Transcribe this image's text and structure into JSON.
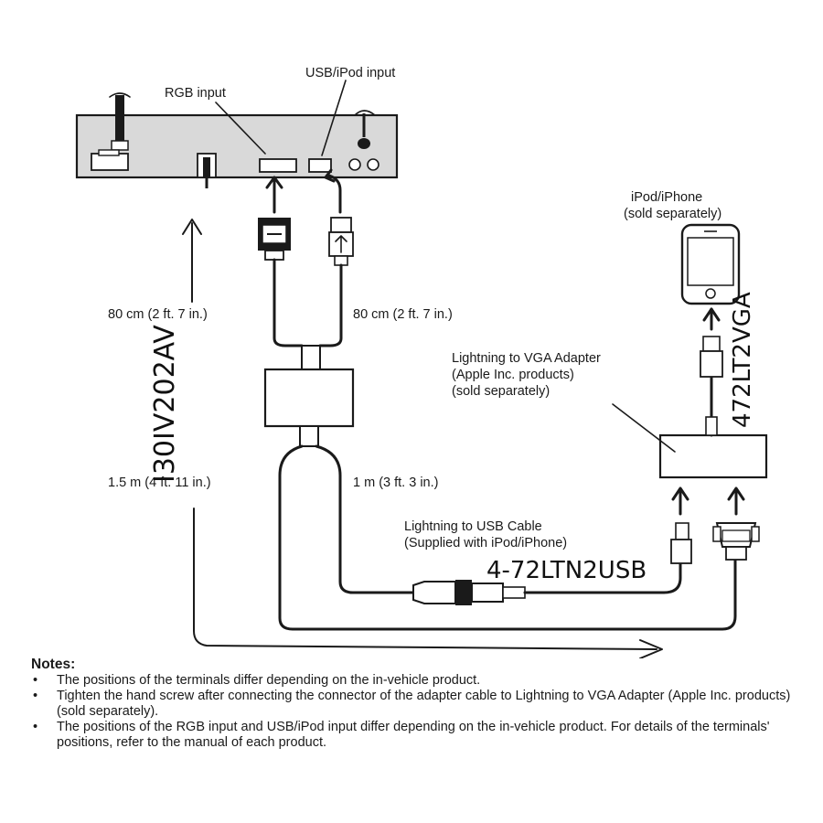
{
  "labels": {
    "usb_ipod_input": "USB/iPod input",
    "rgb_input": "RGB input",
    "ipod_iphone": "iPod/iPhone",
    "sold_separately": "(sold separately)",
    "vga_adapter_line1": "Lightning to VGA Adapter",
    "vga_adapter_line2": "(Apple Inc. products)",
    "vga_adapter_line3": "(sold separately)",
    "len_rgb_cable": "80 cm (2 ft. 7 in.)",
    "len_usb_cable": "80 cm (2 ft. 7 in.)",
    "len_av_cable": "1.5 m (4 ft. 11 in.)",
    "len_lightning_cable": "1 m (3 ft. 3 in.)",
    "lightning_usb_line1": "Lightning to USB Cable",
    "lightning_usb_line2": "(Supplied with iPod/iPhone)"
  },
  "handwritten": {
    "av_part": "I30IV202AV",
    "vga_part": "472LT2VGA",
    "usb_part": "4-72LTN2USB"
  },
  "notes": {
    "title": "Notes:",
    "items": [
      "The positions of the terminals differ depending on the in-vehicle product.",
      "Tighten the hand screw after connecting the connector of the adapter cable to Lightning to VGA Adapter (Apple Inc. products) (sold separately).",
      "The positions of the RGB input and USB/iPod input differ depending on the in-vehicle product. For details of the terminals' positions, refer to the manual of each product."
    ]
  }
}
